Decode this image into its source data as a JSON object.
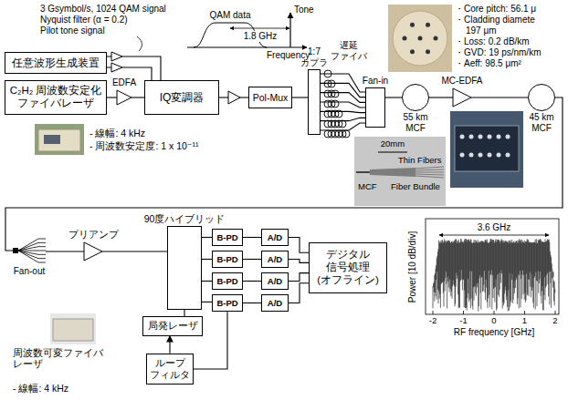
{
  "diagram": {
    "nodes": [
      {
        "text": [
          "任意波形生成装置"
        ]
      },
      {
        "text": [
          "C₂H₂ 周波数安定化 ファイバレーザ"
        ]
      },
      {
        "text": [
          "EDFA"
        ]
      },
      {
        "text": [
          "IQ変調器"
        ]
      },
      {
        "text": [
          "Pol-Mux"
        ]
      },
      {
        "text": [
          "1:7 カプラ"
        ]
      },
      {
        "text": [
          "Fan-in"
        ]
      },
      {
        "text": [
          "55 km MCF"
        ]
      },
      {
        "text": [
          "MC-EDFA"
        ]
      },
      {
        "text": [
          "45 km MCF"
        ]
      },
      {
        "text": [
          "Fan-out"
        ]
      },
      {
        "text": [
          "プリアンプ"
        ]
      },
      {
        "text": [
          "90度ハイブリッド"
        ]
      },
      {
        "text": [
          "B-PD"
        ]
      },
      {
        "text": [
          "B-PD"
        ]
      },
      {
        "text": [
          "B-PD"
        ]
      },
      {
        "text": [
          "B-PD"
        ]
      },
      {
        "text": [
          "A/D"
        ]
      },
      {
        "text": [
          "A/D"
        ]
      },
      {
        "text": [
          "A/D"
        ]
      },
      {
        "text": [
          "A/D"
        ]
      },
      {
        "text": [
          "デジタル 信号処理 (オフライン)"
        ]
      },
      {
        "text": [
          "局発レーザ"
        ]
      },
      {
        "text": [
          "ループ フィルタ"
        ]
      }
    ],
    "edges": [
      {
        "from": 0,
        "to": 3,
        "arrow": "none"
      },
      {
        "from": 0,
        "to": 3,
        "arrow": "none"
      },
      {
        "from": 1,
        "to": 2,
        "arrow": "none"
      },
      {
        "from": 2,
        "to": 3,
        "arrow": "none"
      },
      {
        "from": 3,
        "to": 4,
        "arrow": "none"
      },
      {
        "from": 4,
        "to": 5,
        "arrow": "none"
      },
      {
        "from": 5,
        "to": 6,
        "arrow": "none"
      },
      {
        "from": 5,
        "to": 6,
        "arrow": "none"
      },
      {
        "from": 5,
        "to": 6,
        "arrow": "none"
      },
      {
        "from": 5,
        "to": 6,
        "arrow": "none"
      },
      {
        "from": 5,
        "to": 6,
        "arrow": "none"
      },
      {
        "from": 5,
        "to": 6,
        "arrow": "none"
      },
      {
        "from": 5,
        "to": 6,
        "arrow": "none"
      },
      {
        "from": 6,
        "to": 7,
        "arrow": "none"
      },
      {
        "from": 7,
        "to": 8,
        "arrow": "none"
      },
      {
        "from": 8,
        "to": 9,
        "arrow": "none"
      },
      {
        "from": 9,
        "to": 10,
        "arrow": "none"
      },
      {
        "from": 10,
        "to": 11,
        "arrow": "none"
      },
      {
        "from": 11,
        "to": 12,
        "arrow": "none"
      },
      {
        "from": 12,
        "to": 13,
        "arrow": "none"
      },
      {
        "from": 12,
        "to": 14,
        "arrow": "none"
      },
      {
        "from": 12,
        "to": 15,
        "arrow": "none"
      },
      {
        "from": 12,
        "to": 16,
        "arrow": "none"
      },
      {
        "from": 13,
        "to": 17,
        "arrow": "none"
      },
      {
        "from": 14,
        "to": 18,
        "arrow": "none"
      },
      {
        "from": 15,
        "to": 19,
        "arrow": "none"
      },
      {
        "from": 16,
        "to": 20,
        "arrow": "none"
      },
      {
        "from": 17,
        "to": 21,
        "arrow": "none"
      },
      {
        "from": 18,
        "to": 21,
        "arrow": "none"
      },
      {
        "from": 19,
        "to": 21,
        "arrow": "none"
      },
      {
        "from": 20,
        "to": 21,
        "arrow": "none"
      },
      {
        "from": 22,
        "to": 12,
        "arrow": "none"
      },
      {
        "from": 23,
        "to": 22,
        "arrow": "to"
      },
      {
        "from": 16,
        "to": 23,
        "arrow": "none"
      }
    ],
    "labels": [
      "3 Gsymbol/s, 1024 QAM signal",
      "Nyquist filter (α = 0.2)",
      "Pilot tone signal",
      "QAM data",
      "Tone",
      "1.8 GHz",
      "Frequency",
      "・Core pitch: 56.1 μ",
      "・Cladding diamete",
      "197 μm",
      "・Loss: 0.2 dB/km",
      "・GVD: 19 ps/nm/km",
      "・Aeff: 98.5 μm²",
      "遅延 ファイバ",
      "- 線幅: 4 kHz",
      "- 周波数安定度: 1 x 10⁻¹¹",
      "20mm",
      "Thin Fibers",
      "Fiber Bundle",
      "MCF",
      "3.6 GHz",
      "Power [10 dB/div]",
      "RF frequency [GHz]",
      "-2",
      "-1",
      "0",
      "1",
      "2",
      "周波数可変ファイバ レーザ",
      "- 線幅: 4 kHz"
    ]
  }
}
